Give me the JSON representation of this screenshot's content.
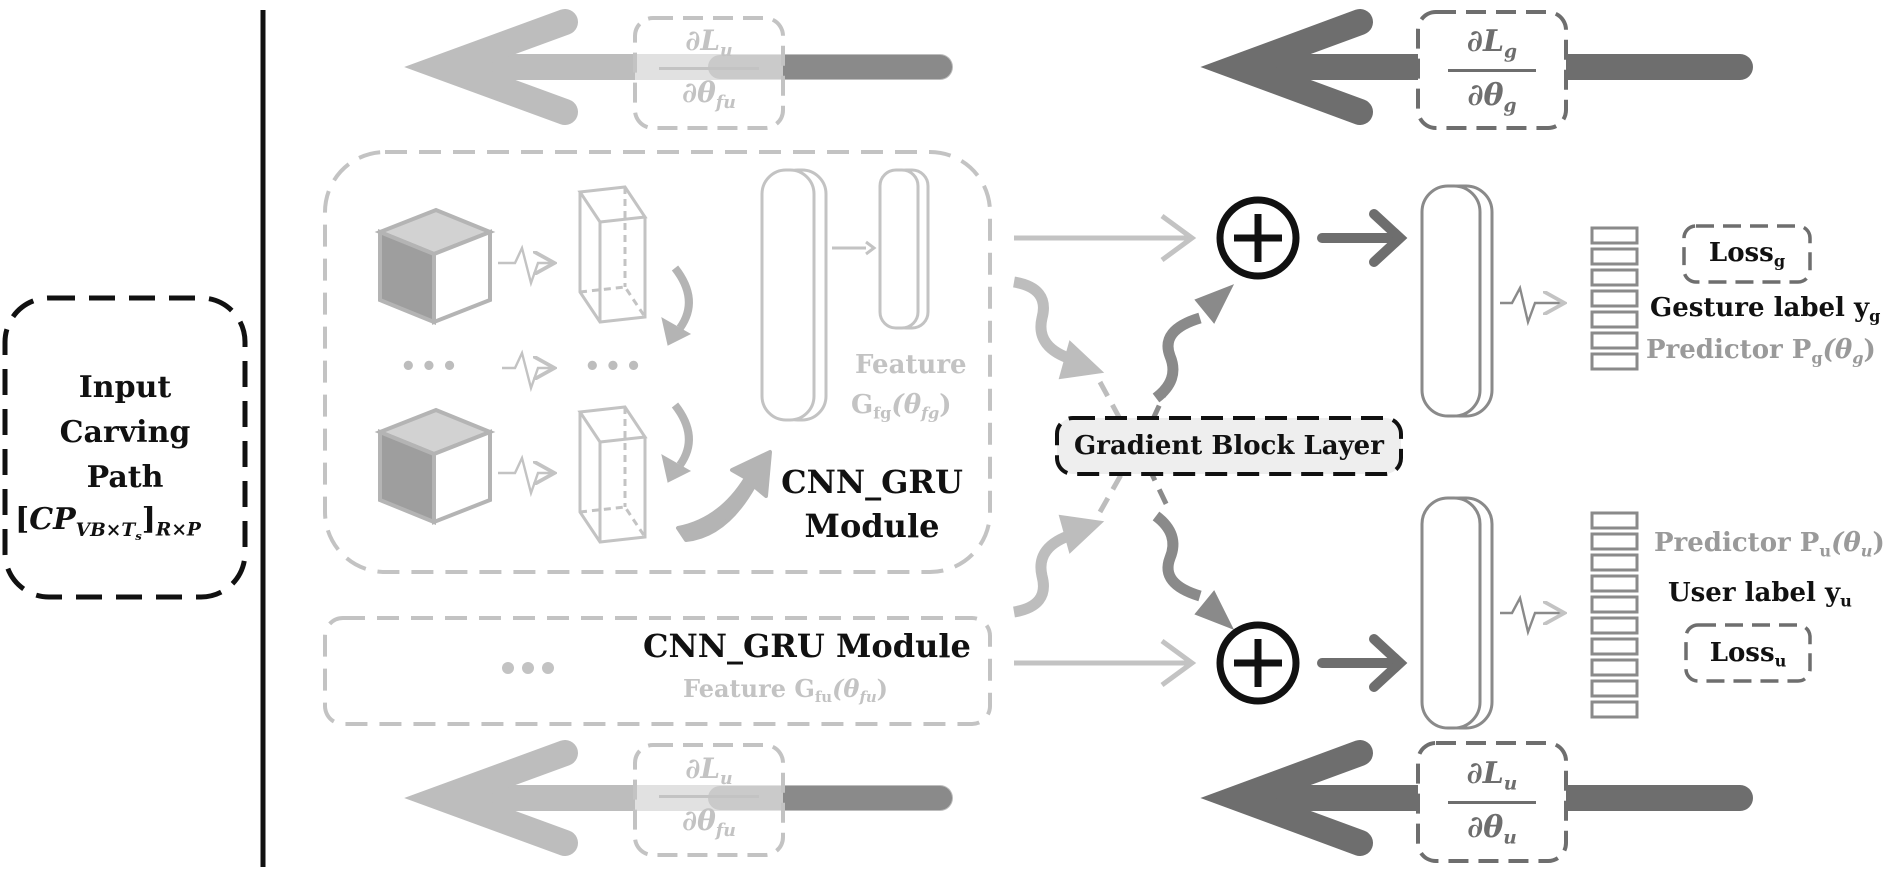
{
  "input": {
    "line1": "Input",
    "line2": "Carving",
    "line3": "Path",
    "formula_open": "[",
    "formula_cp": "CP",
    "formula_cp_sub": "VB×T",
    "formula_cp_subsub": "s",
    "formula_close": "]",
    "formula_rp": "R×P"
  },
  "gesture_branch": {
    "feature_label": "Feature",
    "feature_symbol": "G",
    "feature_symbol_sub": "fg",
    "feature_theta": "(θ",
    "feature_theta_sub": "fg",
    "feature_close": ")",
    "module_line1": "CNN_GRU",
    "module_line2": "Module",
    "dots": "•••"
  },
  "user_branch": {
    "module_label": "CNN_GRU Module",
    "feature_label": "Feature G",
    "feature_sub": "fu",
    "feature_theta": "(θ",
    "feature_theta_sub": "fu",
    "feature_close": ")",
    "dots": "•••"
  },
  "gradient_block": {
    "label": "Gradient Block Layer"
  },
  "gesture_output": {
    "loss": "Loss",
    "loss_sub": "g",
    "label": "Gesture label y",
    "label_sub": "g",
    "predictor": "Predictor P",
    "predictor_sub": "g",
    "predictor_theta": "(θ",
    "predictor_theta_sub": "g",
    "predictor_close": ")"
  },
  "user_output": {
    "loss": "Loss",
    "loss_sub": "u",
    "label": "User label y",
    "label_sub": "u",
    "predictor": "Predictor P",
    "predictor_sub": "u",
    "predictor_theta": "(θ",
    "predictor_theta_sub": "u",
    "predictor_close": ")"
  },
  "gradients": {
    "top_left": {
      "num": "∂L",
      "num_sub": "u",
      "den": "∂θ",
      "den_sub": "fu"
    },
    "top_right": {
      "num": "∂L",
      "num_sub": "g",
      "den": "∂θ",
      "den_sub": "g"
    },
    "bottom_left": {
      "num": "∂L",
      "num_sub": "u",
      "den": "∂θ",
      "den_sub": "fu"
    },
    "bottom_right": {
      "num": "∂L",
      "num_sub": "u",
      "den": "∂θ",
      "den_sub": "u"
    }
  },
  "colors": {
    "dark": "#111111",
    "mid": "#6e6e6e",
    "light": "#b4b4b4",
    "lighter": "#c8c8c8",
    "gradient_box_fill": "#eeeeee"
  }
}
